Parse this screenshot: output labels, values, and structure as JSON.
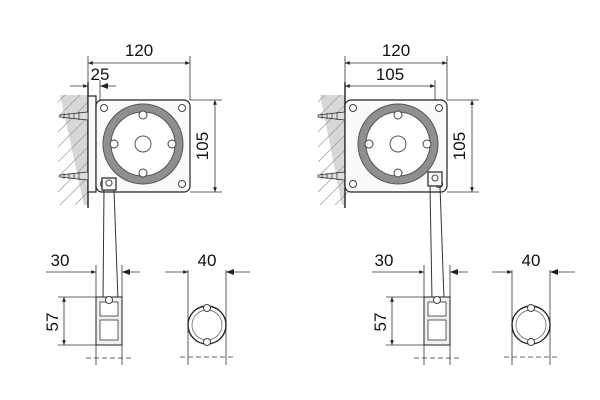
{
  "diagram": {
    "variants": [
      {
        "id": "left",
        "width_label": "120",
        "offset_label": "25",
        "height_label": "105",
        "rail_width_label": "30",
        "rail_height_label": "57",
        "section_width_label": "40"
      },
      {
        "id": "right",
        "width_label": "120",
        "offset_label": "105",
        "height_label": "105",
        "rail_width_label": "30",
        "rail_height_label": "57",
        "section_width_label": "40"
      }
    ]
  }
}
